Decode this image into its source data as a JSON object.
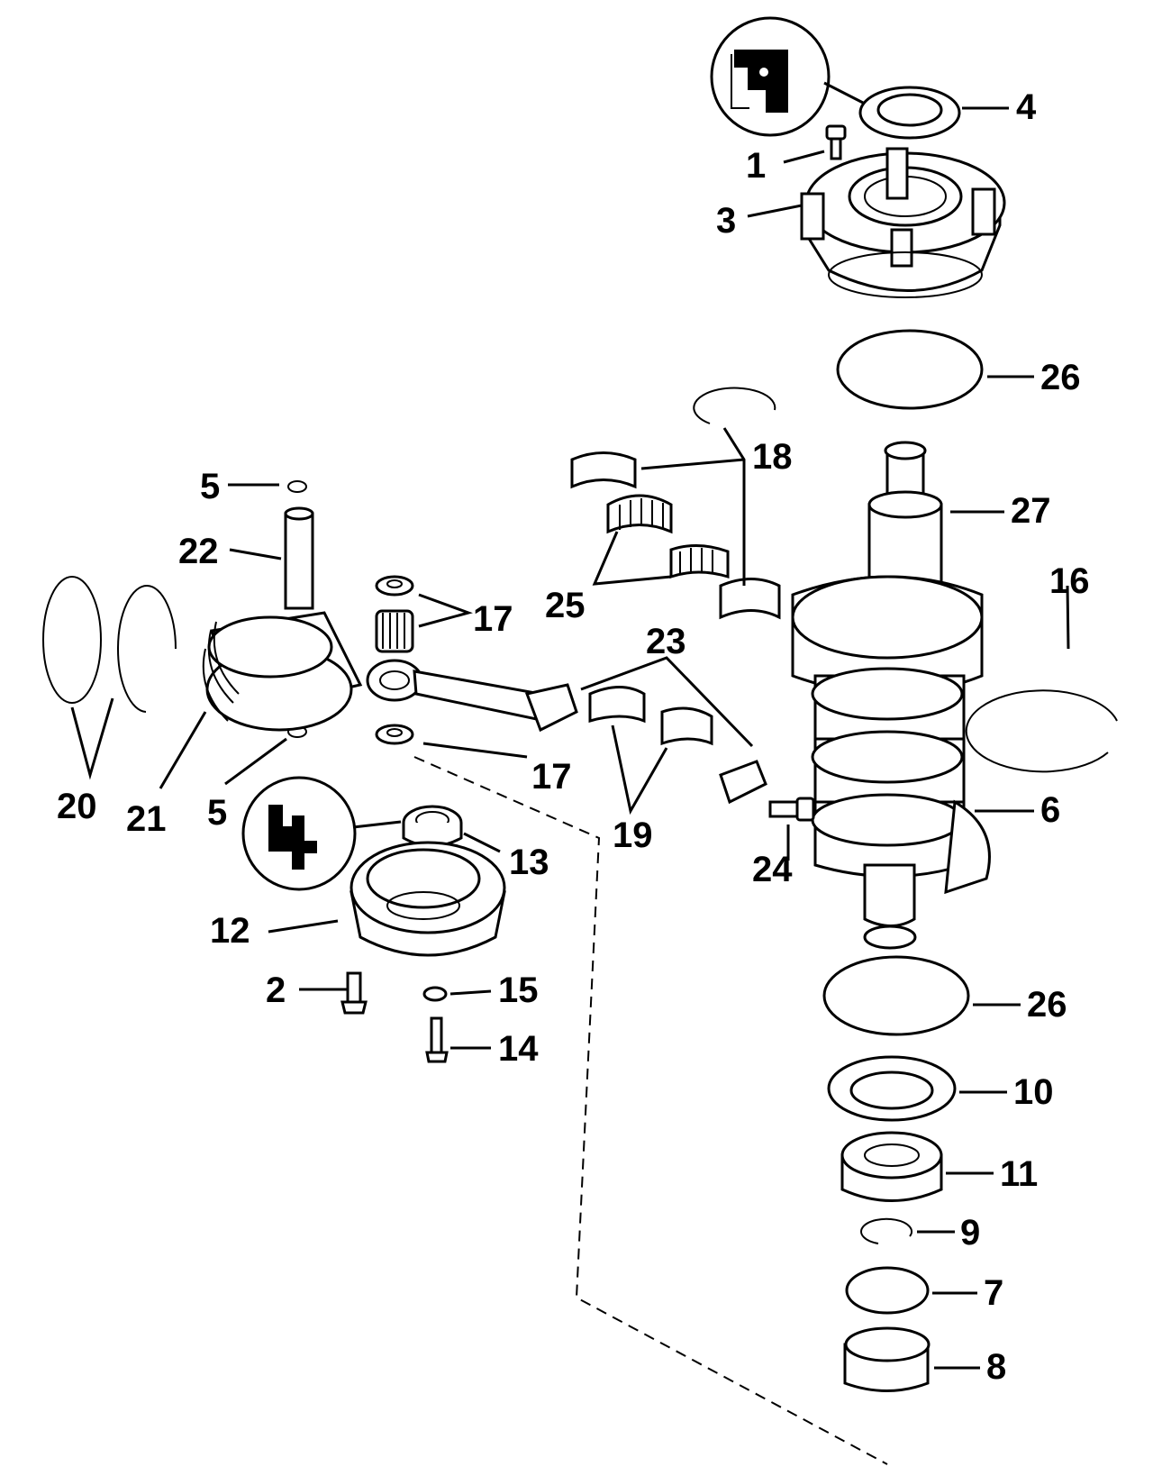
{
  "labels": {
    "p1": "1",
    "p2": "2",
    "p3": "3",
    "p4": "4",
    "p5a": "5",
    "p5b": "5",
    "p6": "6",
    "p7": "7",
    "p8": "8",
    "p9": "9",
    "p10": "10",
    "p11": "11",
    "p12": "12",
    "p13": "13",
    "p14": "14",
    "p15": "15",
    "p16": "16",
    "p17a": "17",
    "p17b": "17",
    "p18": "18",
    "p19": "19",
    "p20": "20",
    "p21": "21",
    "p22": "22",
    "p23": "23",
    "p24": "24",
    "p25": "25",
    "p26a": "26",
    "p26b": "26",
    "p27": "27"
  },
  "colors": {
    "ink": "#000000",
    "paper": "#ffffff"
  },
  "icons": [
    "seal-detail-upper-icon",
    "seal-detail-lower-icon"
  ]
}
